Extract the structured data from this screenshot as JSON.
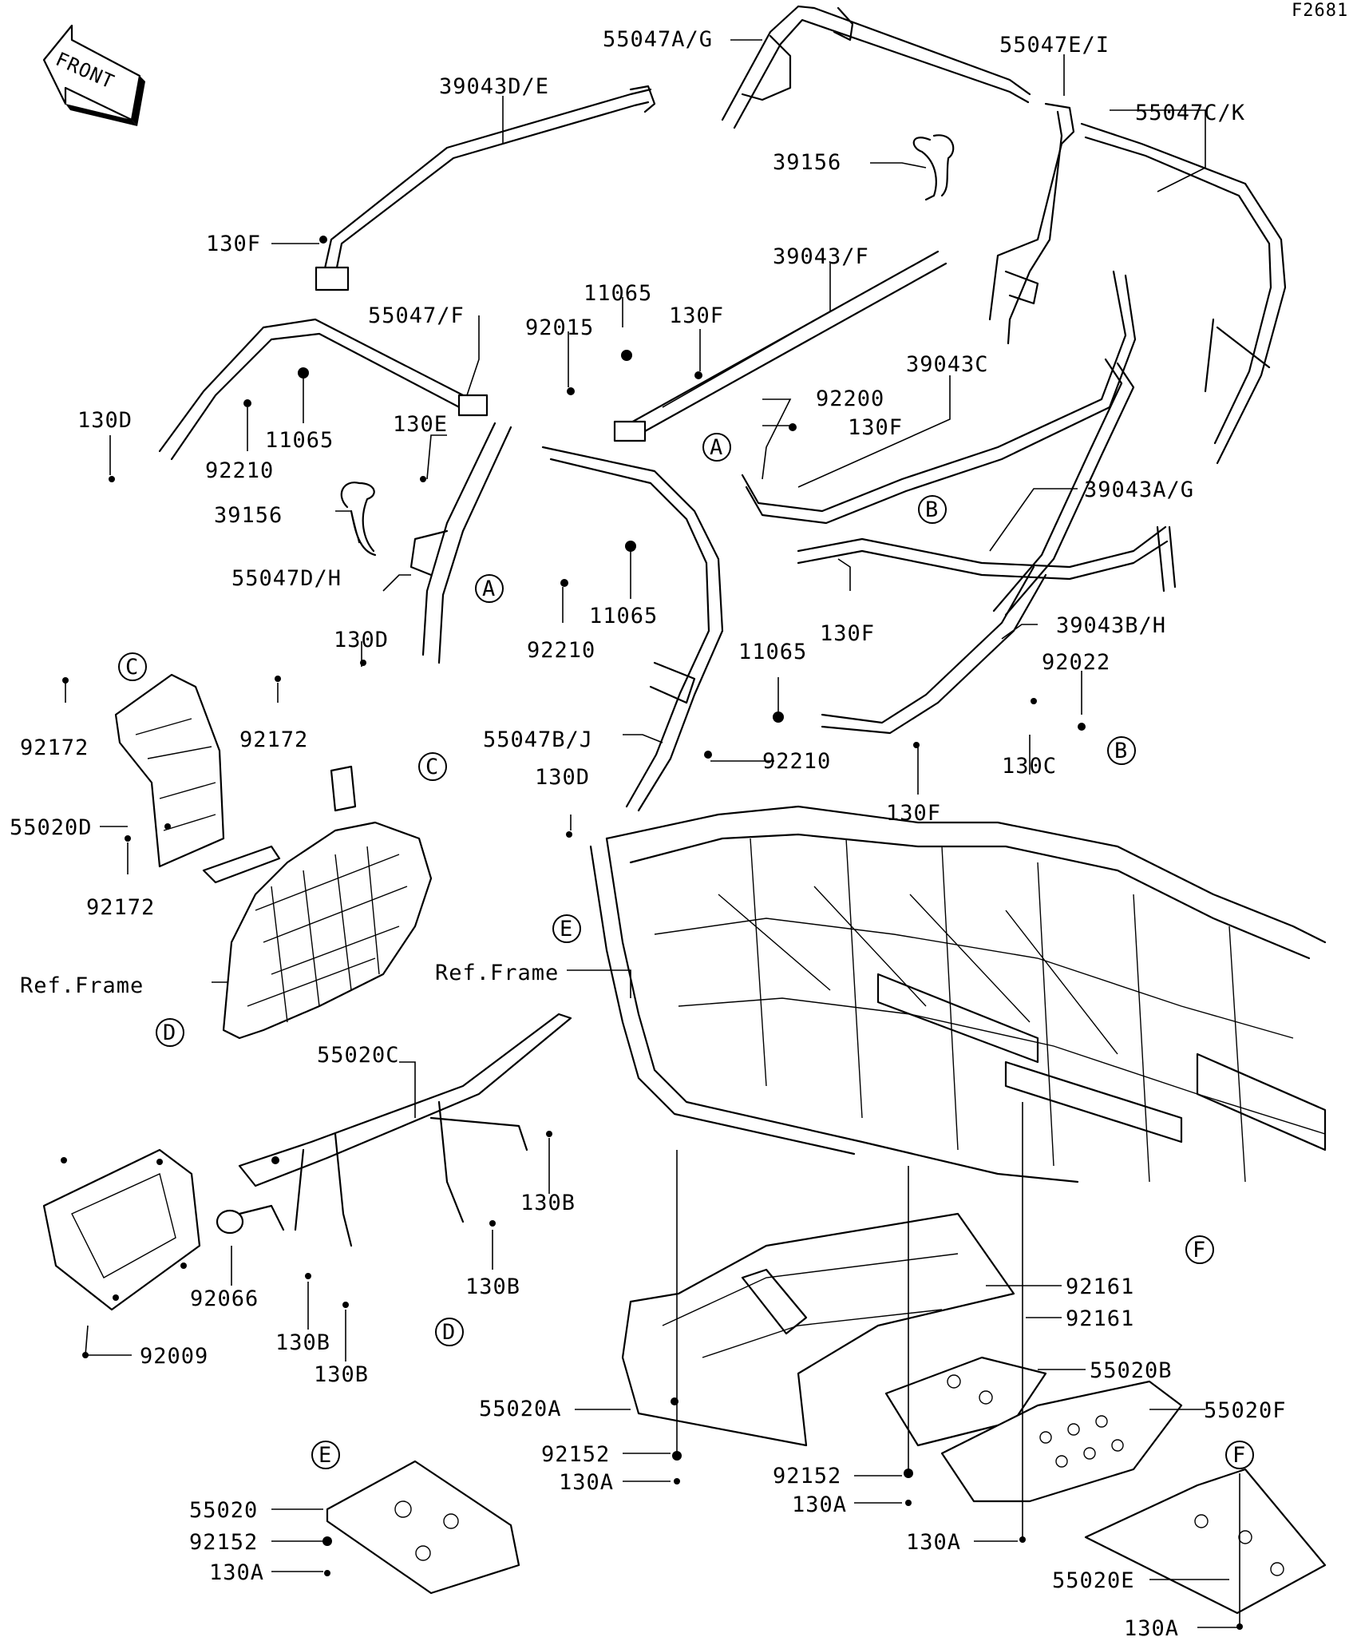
{
  "figure_code": "F2681",
  "front_arrow_label": "FRONT",
  "callouts": {
    "c55047AG": "55047A/G",
    "c55047EI": "55047E/I",
    "c39043DE": "39043D/E",
    "c55047CK": "55047C/K",
    "c39156_top": "39156",
    "c130F_a": "130F",
    "c39043F": "39043/F",
    "c11065_a": "11065",
    "c55047F": "55047/F",
    "c92015": "92015",
    "c130F_b": "130F",
    "c39043C": "39043C",
    "c130D_a": "130D",
    "c92200": "92200",
    "c130E": "130E",
    "c11065_b": "11065",
    "c130F_c": "130F",
    "c92210_a": "92210",
    "c39043AG": "39043A/G",
    "c39156_mid": "39156",
    "c55047DH": "55047D/H",
    "c11065_c": "11065",
    "c130D_b": "130D",
    "c92210_b": "92210",
    "c130F_d": "130F",
    "c39043BH": "39043B/H",
    "c92022": "92022",
    "c92172_a": "92172",
    "c92172_b": "92172",
    "c11065_d": "11065",
    "c55047BJ": "55047B/J",
    "c92210_c": "92210",
    "c130C": "130C",
    "c55020D": "55020D",
    "c130D_c": "130D",
    "c130F_e": "130F",
    "c92172_c": "92172",
    "c_refframe_left": "Ref.Frame",
    "c_refframe_mid": "Ref.Frame",
    "c55020C": "55020C",
    "c130B_a": "130B",
    "c92066": "92066",
    "c130B_b": "130B",
    "c130B_c": "130B",
    "c130B_d": "130B",
    "c92009": "92009",
    "c92161_a": "92161",
    "c92161_b": "92161",
    "c55020B": "55020B",
    "c55020A": "55020A",
    "c55020F": "55020F",
    "c92152_a": "92152",
    "c130A_a": "130A",
    "c92152_b": "92152",
    "c130A_b": "130A",
    "c130A_c": "130A",
    "c55020": "55020",
    "c92152_c": "92152",
    "c130A_d": "130A",
    "c55020E": "55020E",
    "c130A_e": "130A"
  },
  "ref_letters": {
    "A1": "A",
    "A2": "A",
    "B1": "B",
    "B2": "B",
    "C1": "C",
    "C2": "C",
    "D1": "D",
    "D2": "D",
    "E1": "E",
    "E2": "E",
    "F1": "F",
    "F2": "F"
  }
}
